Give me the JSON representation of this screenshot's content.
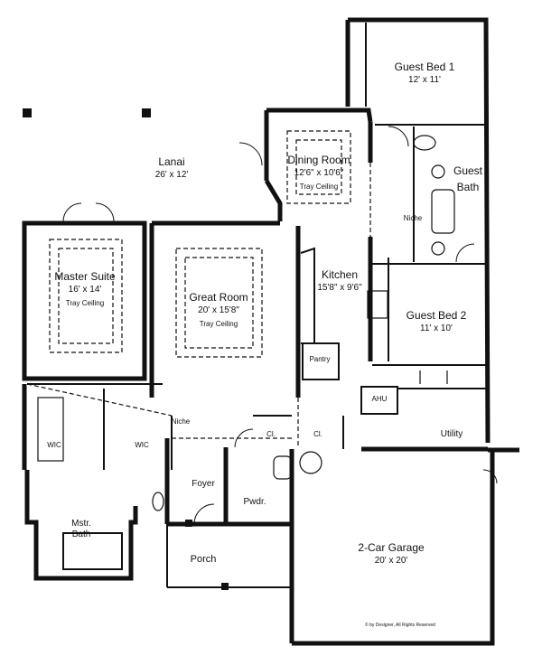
{
  "rooms": [
    {
      "id": "guest-bed-1",
      "name": "Guest Bed 1",
      "dim": "12' x 11'"
    },
    {
      "id": "lanai",
      "name": "Lanai",
      "dim": "26' x 12'"
    },
    {
      "id": "dining-room",
      "name": "Dining Room",
      "dim": "12'6\" x 10'6\"",
      "note": "Tray Ceiling"
    },
    {
      "id": "guest-bath",
      "name": "Guest Bath"
    },
    {
      "id": "master-suite",
      "name": "Master Suite",
      "dim": "16' x 14'",
      "note": "Tray Ceiling"
    },
    {
      "id": "great-room",
      "name": "Great Room",
      "dim": "20' x 15'8\"",
      "note": "Tray Ceiling"
    },
    {
      "id": "kitchen",
      "name": "Kitchen",
      "dim": "15'8\" x 9'6\""
    },
    {
      "id": "guest-bed-2",
      "name": "Guest Bed 2",
      "dim": "11' x 10'"
    },
    {
      "id": "garage",
      "name": "2-Car Garage",
      "dim": "20' x 20'"
    }
  ],
  "small_labels": {
    "niche_hall": "Niche",
    "niche_foyer": "Niche",
    "pantry": "Pantry",
    "ahu": "AHU",
    "utility": "Utility",
    "wic_left": "WIC",
    "wic_right": "WIC",
    "closet_1": "Cl.",
    "closet_2": "Cl.",
    "foyer": "Foyer",
    "powder": "Pwdr.",
    "master_bath_1": "Mstr.",
    "master_bath_2": "Bath",
    "porch": "Porch"
  },
  "copyright": "© by Designer, All Rights Reserved"
}
